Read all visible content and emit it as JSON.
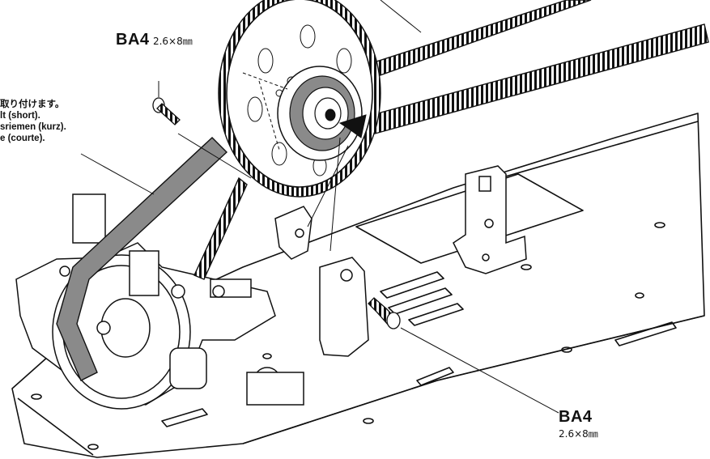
{
  "labels": {
    "screw_top": {
      "code": "BA4",
      "size": "2.6×8㎜"
    },
    "screw_bottom": {
      "code": "BA4",
      "size": "2.6×8㎜"
    },
    "belt_note": {
      "line_jp": "取り付けます。",
      "line_en": "lt (short).",
      "line_de": "sriemen (kurz).",
      "line_fr": "e (courte)."
    }
  },
  "colors": {
    "ink": "#111111",
    "belt_fill": "#8a8a8a",
    "background": "#ffffff"
  }
}
